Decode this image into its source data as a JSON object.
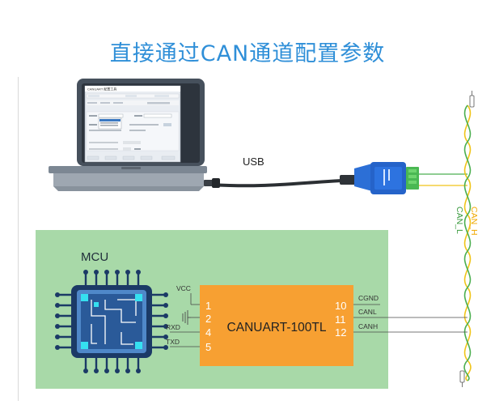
{
  "title": "直接通过CAN通道配置参数",
  "usb_label": "USB",
  "can_h_label": "CAN_H",
  "can_l_label": "CAN_L",
  "mcu_label": "MCU",
  "module": {
    "name": "CANUART-100TL",
    "pins_left": [
      {
        "num": "1",
        "signal": "VCC"
      },
      {
        "num": "2",
        "signal": ""
      },
      {
        "num": "4",
        "signal": "RXD"
      },
      {
        "num": "5",
        "signal": "TXD"
      }
    ],
    "pins_right": [
      {
        "num": "10",
        "signal": "CGND"
      },
      {
        "num": "11",
        "signal": "CANL"
      },
      {
        "num": "12",
        "signal": "CANH"
      }
    ]
  },
  "laptop_window_title": "CANUART 配置工具",
  "colors": {
    "title": "#2f8fd8",
    "pcb": "#a8d9a8",
    "module": "#f7a032",
    "can_h": "#f0c419",
    "can_l": "#4caf50",
    "chip": "#1b3a66",
    "chip_accent": "#35e0f0"
  }
}
